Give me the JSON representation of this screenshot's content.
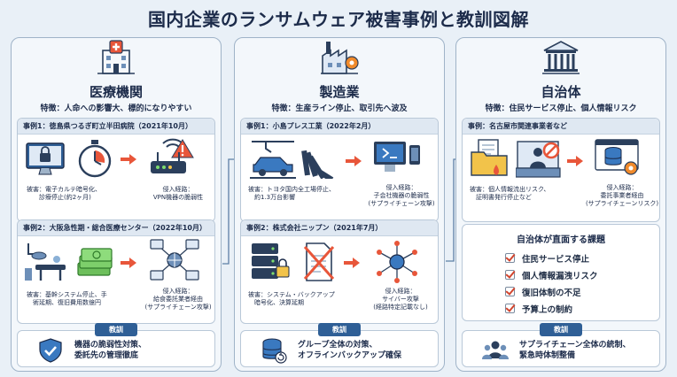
{
  "page": {
    "title": "国内企業のランサムウェア被害事例と教訓図解"
  },
  "medical": {
    "name": "医療機関",
    "feature": "特徴：人命への影響大、標的になりやすい",
    "case1": {
      "title": "事例1：徳島県つるぎ町立半田病院（2021年10月）",
      "damage": "被害：電子カルテ暗号化、\n　　診療停止(約2ヶ月)",
      "route": "侵入経路：\nVPN機器の脆弱性"
    },
    "case2": {
      "title": "事例2：大阪急性期・総合医療センター（2022年10月）",
      "damage": "被害：基幹システム停止、手\n　術延期、復旧費用数億円",
      "route": "侵入経路：\n給食委託業者経由\n(サプライチェーン攻撃)"
    },
    "lesson_label": "教訓",
    "lesson": "機器の脆弱性対策、\n委託先の管理徹底"
  },
  "manufacturing": {
    "name": "製造業",
    "feature": "特徴：生産ライン停止、取引先へ波及",
    "case1": {
      "title": "事例1：小島プレス工業（2022年2月）",
      "damage": "被害：トヨタ国内全工場停止、\n　約1.3万台影響",
      "route": "侵入経路：\n子会社機器の脆弱性\n(サプライチェーン攻撃)"
    },
    "case2": {
      "title": "事例2：株式会社ニップン（2021年7月）",
      "damage": "被害：システム・バックアップ\n　暗号化、決算延期",
      "route": "侵入経路：\nサイバー攻撃\n(経路特定記載なし)"
    },
    "lesson_label": "教訓",
    "lesson": "グループ全体の対策、\nオフラインバックアップ確保"
  },
  "municipality": {
    "name": "自治体",
    "feature": "特徴：住民サービス停止、個人情報リスク",
    "case1": {
      "title": "事例：名古屋市関連事業者など",
      "damage": "被害：個人情報流出リスク、\n　証明書発行停止など",
      "route": "侵入経路：\n委託事業者経由\n(サプライチェーンリスク)"
    },
    "issues": {
      "title": "自治体が直面する課題",
      "items": [
        "住民サービス停止",
        "個人情報漏洩リスク",
        "復旧体制の不足",
        "予算上の制約"
      ]
    },
    "lesson_label": "教訓",
    "lesson": "サプライチェーン全体の統制、\n緊急時体制整備"
  },
  "colors": {
    "accent_red": "#e8563a",
    "navy": "#2f5f96",
    "border": "#9fb3c8"
  }
}
